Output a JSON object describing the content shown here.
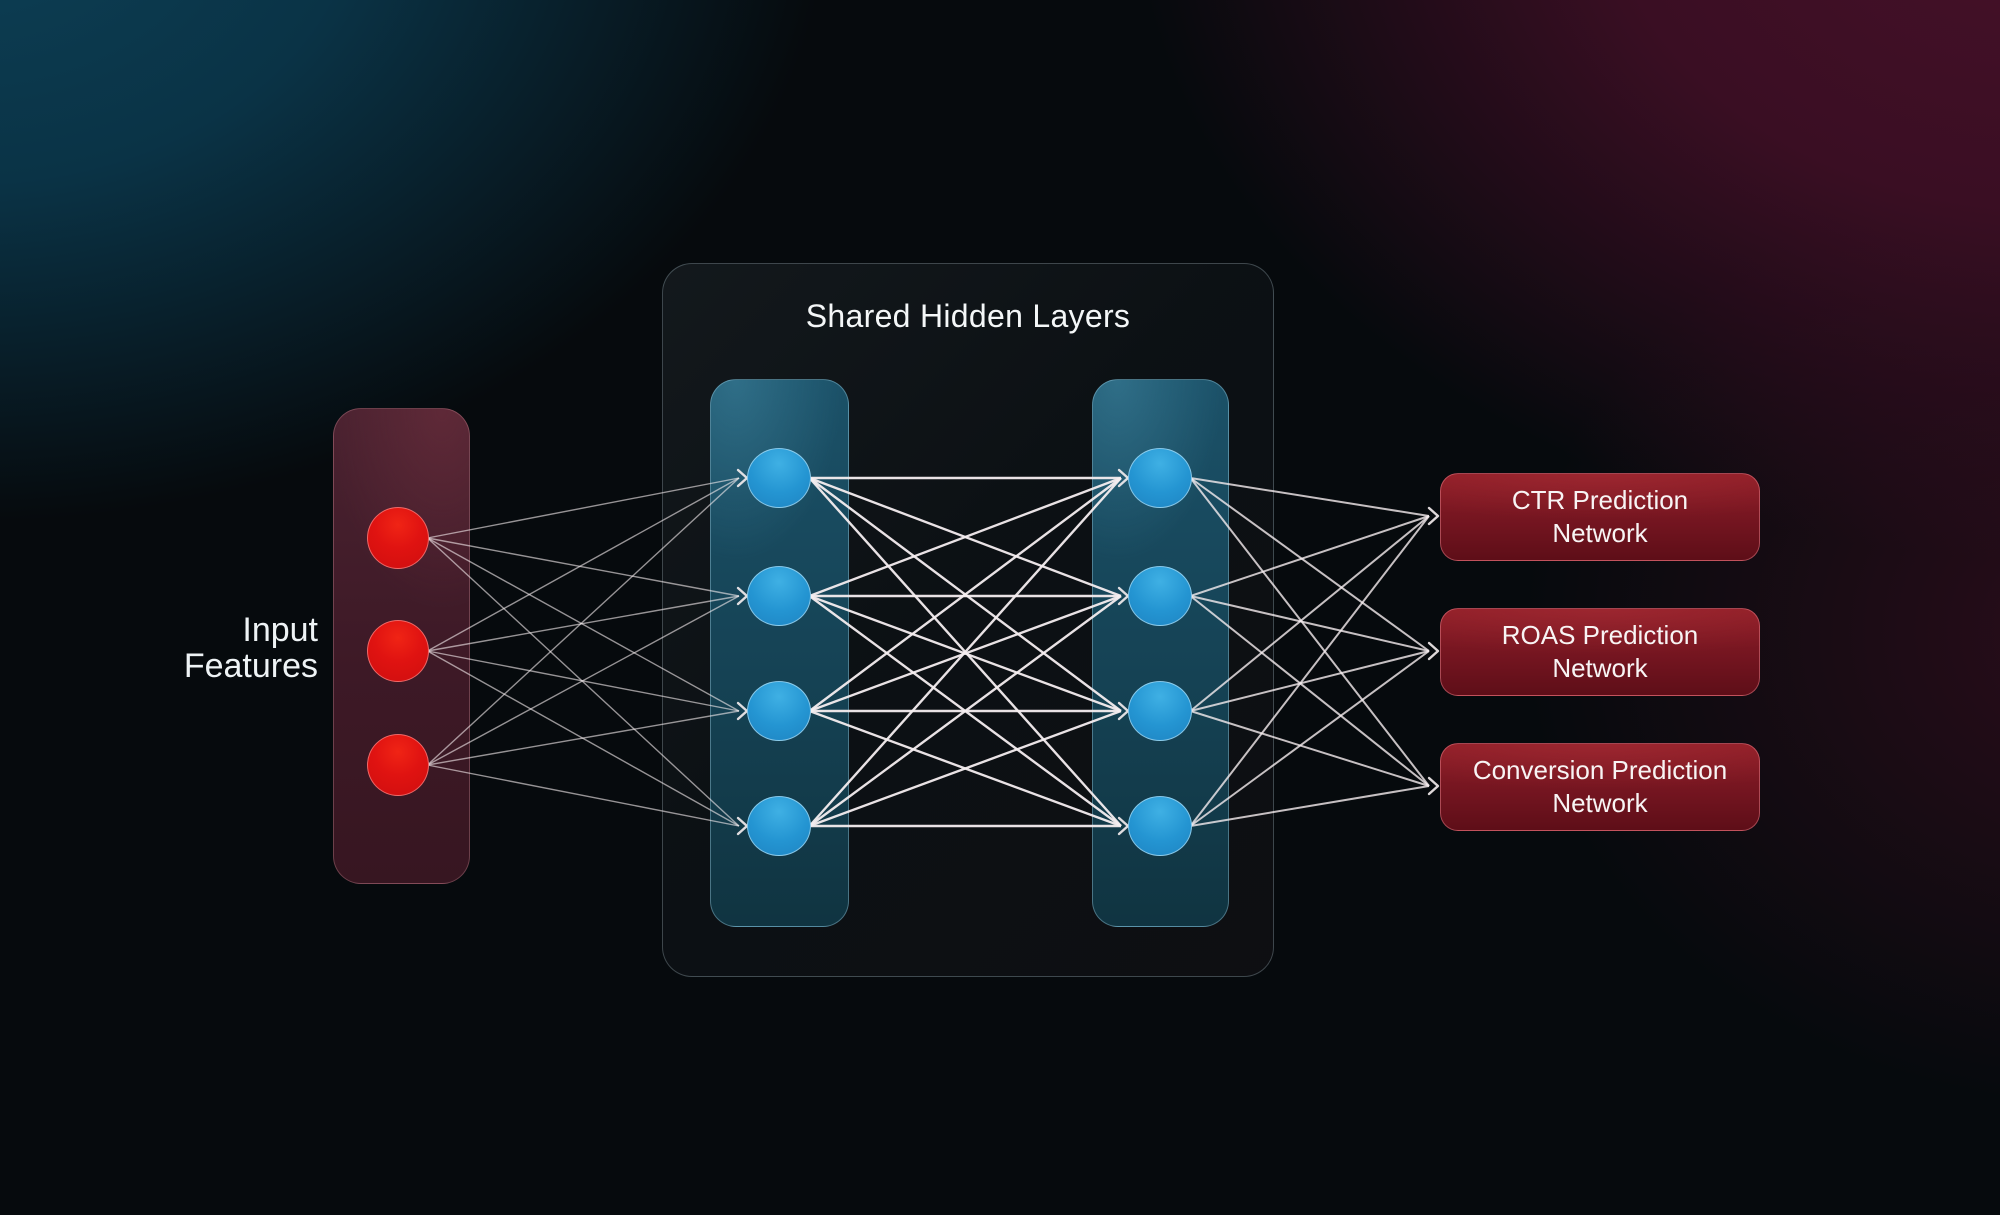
{
  "diagram": {
    "input": {
      "label": "Input Features",
      "label_lines": [
        "Input",
        "Features"
      ],
      "node_count": 3,
      "node_color": "#e01311"
    },
    "hidden": {
      "title": "Shared Hidden Layers",
      "columns": [
        {
          "node_count": 4
        },
        {
          "node_count": 4
        }
      ],
      "node_color": "#2495d2"
    },
    "outputs": [
      {
        "label": "CTR Prediction Network",
        "lines": [
          "CTR Prediction",
          "Network"
        ]
      },
      {
        "label": "ROAS Prediction Network",
        "lines": [
          "ROAS Prediction",
          "Network"
        ]
      },
      {
        "label": "Conversion Prediction Network",
        "lines": [
          "Conversion Prediction",
          "Network"
        ]
      }
    ],
    "colors": {
      "background_teal": "#0d4056",
      "background_maroon": "#471129",
      "input_container": "#3d1926",
      "hidden_container": "#154254",
      "output_box": "#741520",
      "edge": "#f6eef0",
      "text": "#f4f7f8"
    }
  }
}
